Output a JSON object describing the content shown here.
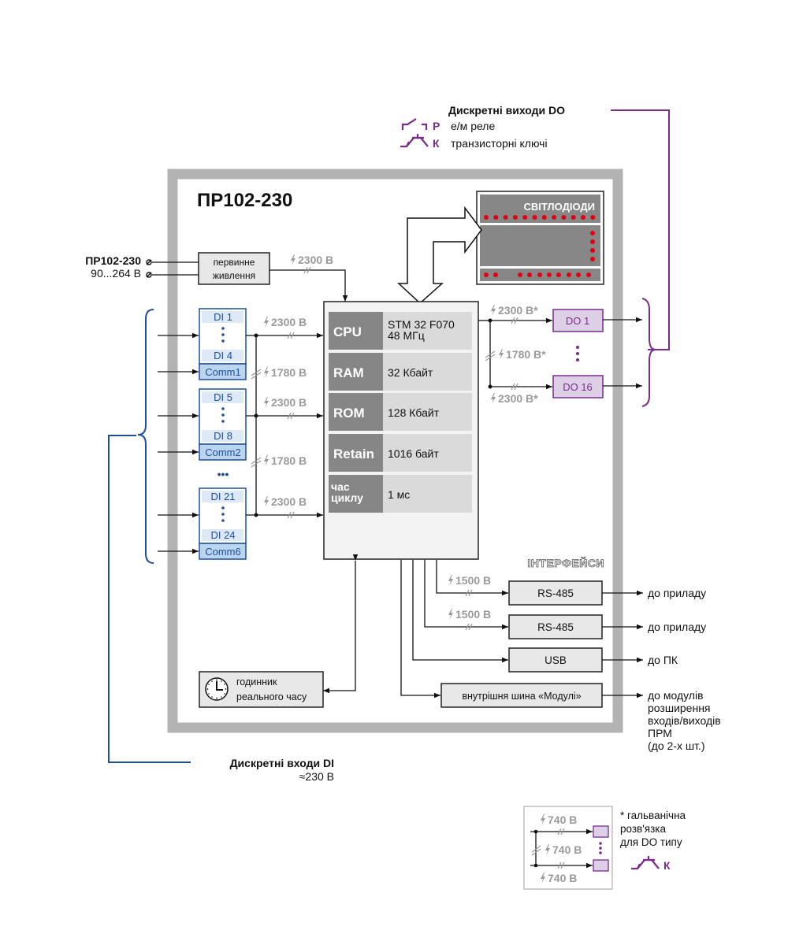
{
  "device": {
    "title": "ПР102-230",
    "power_terminal_label": "ПР102-230",
    "power_voltage": "90...264 В",
    "power_block": [
      "первинне",
      "живлення"
    ],
    "power_isolation": "2300 В"
  },
  "leds": {
    "label": "СВІТЛОДІОДИ",
    "color": "#e3000f"
  },
  "cpu_table": [
    {
      "key": "CPU",
      "value": [
        "STM 32 F070",
        "48 МГц"
      ]
    },
    {
      "key": "RAM",
      "value": [
        "32 Кбайт"
      ]
    },
    {
      "key": "ROM",
      "value": [
        "128 Кбайт"
      ]
    },
    {
      "key": "Retain",
      "value": [
        "1016 байт"
      ]
    },
    {
      "key": [
        "час",
        "циклу"
      ],
      "value": [
        "1 мс"
      ]
    }
  ],
  "di_groups": [
    {
      "first": "DI 1",
      "last": "DI 4",
      "comm": "Comm1"
    },
    {
      "first": "DI 5",
      "last": "DI 8",
      "comm": "Comm2"
    },
    {
      "first": "DI 21",
      "last": "DI 24",
      "comm": "Comm6"
    }
  ],
  "di_ellipsis": "•••",
  "di_isolation": {
    "group_to_cpu": "2300 В",
    "between_groups": "1780 В"
  },
  "di_legend": {
    "title": "Дискретні входи DI",
    "voltage": "≈230 В"
  },
  "do_outputs": {
    "first": "DO 1",
    "last": "DO 16",
    "isolation_top": "2300 В*",
    "isolation_between": "1780 В*",
    "isolation_bottom": "2300 В*"
  },
  "do_legend": {
    "title": "Дискретні виходи DO",
    "relay_letter": "Р",
    "relay_label": "е/м реле",
    "transistor_letter": "К",
    "transistor_label": "транзисторні ключі"
  },
  "interfaces": {
    "title": "ІНТЕРФЕЙСИ",
    "items": [
      {
        "name": "RS-485",
        "isolation": "1500 В",
        "target": [
          "до приладу"
        ]
      },
      {
        "name": "RS-485",
        "isolation": "1500 В",
        "target": [
          "до приладу"
        ]
      },
      {
        "name": "USB",
        "isolation": "",
        "target": [
          "до ПК"
        ]
      },
      {
        "name": "внутрішня шина «Модулі»",
        "isolation": "",
        "target": [
          "до модулів",
          "розширення",
          "входів/виходів",
          "ПРМ",
          "(до 2-х шт.)"
        ]
      }
    ]
  },
  "rtc": [
    "годинник",
    "реального часу"
  ],
  "footnote": {
    "isolation_values": [
      "740 В",
      "740 В",
      "740 В"
    ],
    "text": [
      "* гальванічна",
      "розв'язка",
      "для DO типу"
    ],
    "type_letter": "К"
  },
  "colors": {
    "frame": "#b3b3b3",
    "di_blue": "#1d4f9c",
    "di_fill": "#bcd5ef",
    "di_light": "#dde9f6",
    "do_purple": "#7a2b8c",
    "do_fill": "#ddd0e6",
    "cpu_key": "#868686",
    "cpu_value": "#dadada",
    "isolation_grey": "#9a9a9a"
  }
}
